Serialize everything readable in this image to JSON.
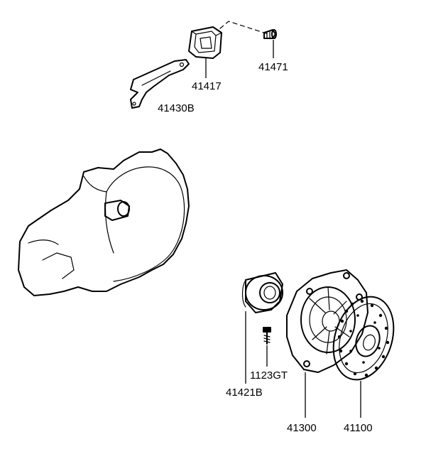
{
  "diagram": {
    "parts": [
      {
        "id": "release_fork",
        "number": "41430B"
      },
      {
        "id": "fork_boot",
        "number": "41417"
      },
      {
        "id": "fork_pivot_bolt",
        "number": "41471"
      },
      {
        "id": "release_bearing",
        "number": "41421B"
      },
      {
        "id": "bearing_bolt",
        "number": "1123GT"
      },
      {
        "id": "clutch_cover",
        "number": "41300"
      },
      {
        "id": "clutch_disc",
        "number": "41100"
      }
    ]
  }
}
